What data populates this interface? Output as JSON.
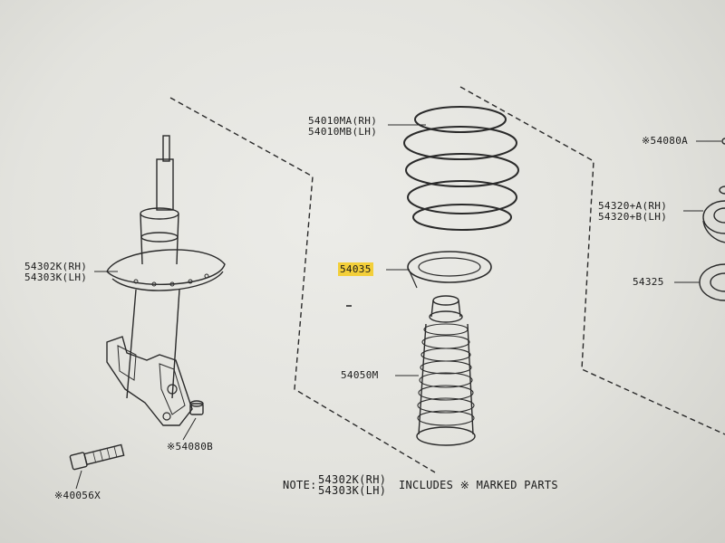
{
  "parts": {
    "strut_rh": "54302K(RH)",
    "strut_lh": "54303K(LH)",
    "spring_rh": "54010MA(RH)",
    "spring_lh": "54010MB(LH)",
    "seat": "54035",
    "bumper": "54050M",
    "nut_top": "※54080A",
    "mount_rh": "54320+A(RH)",
    "mount_lh": "54320+B(LH)",
    "bearing": "54325",
    "nut_bottom": "※54080B",
    "bolt": "※40056X"
  },
  "note": {
    "prefix": "NOTE:",
    "line1": "54302K(RH)",
    "line2": "54303K(LH)",
    "suffix": "INCLUDES ※ MARKED PARTS"
  },
  "colors": {
    "line": "#2a2a2a",
    "highlight": "#f3cf3a",
    "background": "#e6e6e1"
  }
}
